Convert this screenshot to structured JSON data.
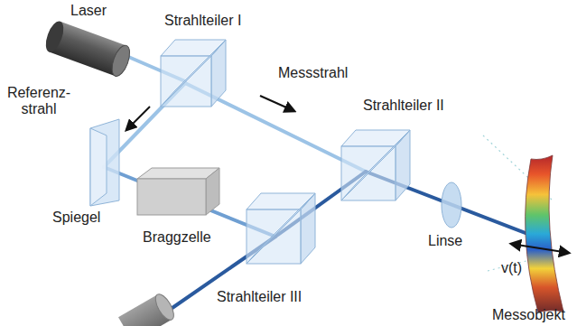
{
  "diagram": {
    "labels": [
      "Laser",
      "Strahlteiler I",
      "Referenz- strahl",
      "Messstrahl",
      "Strahlteiler II",
      "Spiegel",
      "Braggzelle",
      "Linse",
      "v(t)",
      "Strahlteiler III",
      "Messobjekt"
    ]
  }
}
